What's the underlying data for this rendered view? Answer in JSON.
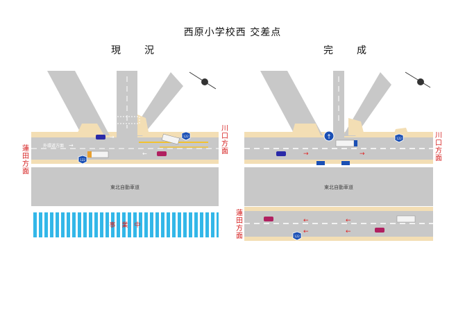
{
  "title": "西原小学校西 交差点",
  "panels": {
    "current": {
      "label": "現　況"
    },
    "completed": {
      "label": "完　成"
    }
  },
  "labels": {
    "expressway": "東北自動車道",
    "construction": "事　業　中",
    "kawaguchi": [
      "川",
      "口",
      "方",
      "面"
    ],
    "hasuda": [
      "蓮",
      "田",
      "方",
      "面"
    ],
    "road_marking": "外環道方面",
    "route_number": "122"
  },
  "colors": {
    "road": "#c8c8c8",
    "sidewalk": "#f3deb4",
    "expressway": "#c8c8c8",
    "construction_blue": "#33b7e8",
    "direction_text": "#d62020",
    "arrow_red": "#e02020",
    "sign_blue": "#1a4fb4"
  }
}
